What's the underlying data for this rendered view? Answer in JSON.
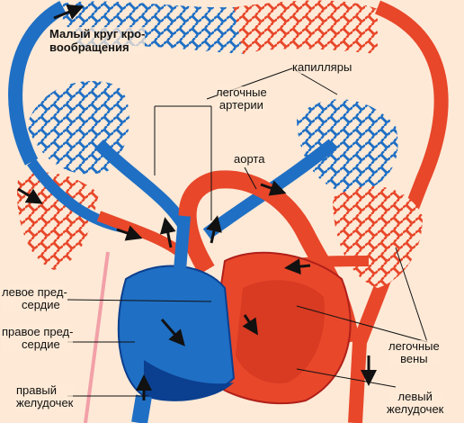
{
  "title": [
    "Малый круг кро-",
    "вообращения"
  ],
  "labels": {
    "capillaries": "капилляры",
    "pulmonary_arteries": [
      "легочные",
      "артерии"
    ],
    "aorta": "аорта",
    "left_atrium": [
      "левое пред-",
      "сердие"
    ],
    "right_atrium": [
      "правое пред-",
      "сердие"
    ],
    "right_ventricle": [
      "правый",
      "желудочек"
    ],
    "pulmonary_veins": [
      "легочные",
      "вены"
    ],
    "left_ventricle": [
      "левый",
      "желудочек"
    ]
  },
  "colors": {
    "oxygenated": "#e8472a",
    "deoxygenated": "#1f6fc4",
    "dark_blue": "#0b3f8f",
    "background": "#fde9d6",
    "lymph": "#f2a0a8"
  }
}
